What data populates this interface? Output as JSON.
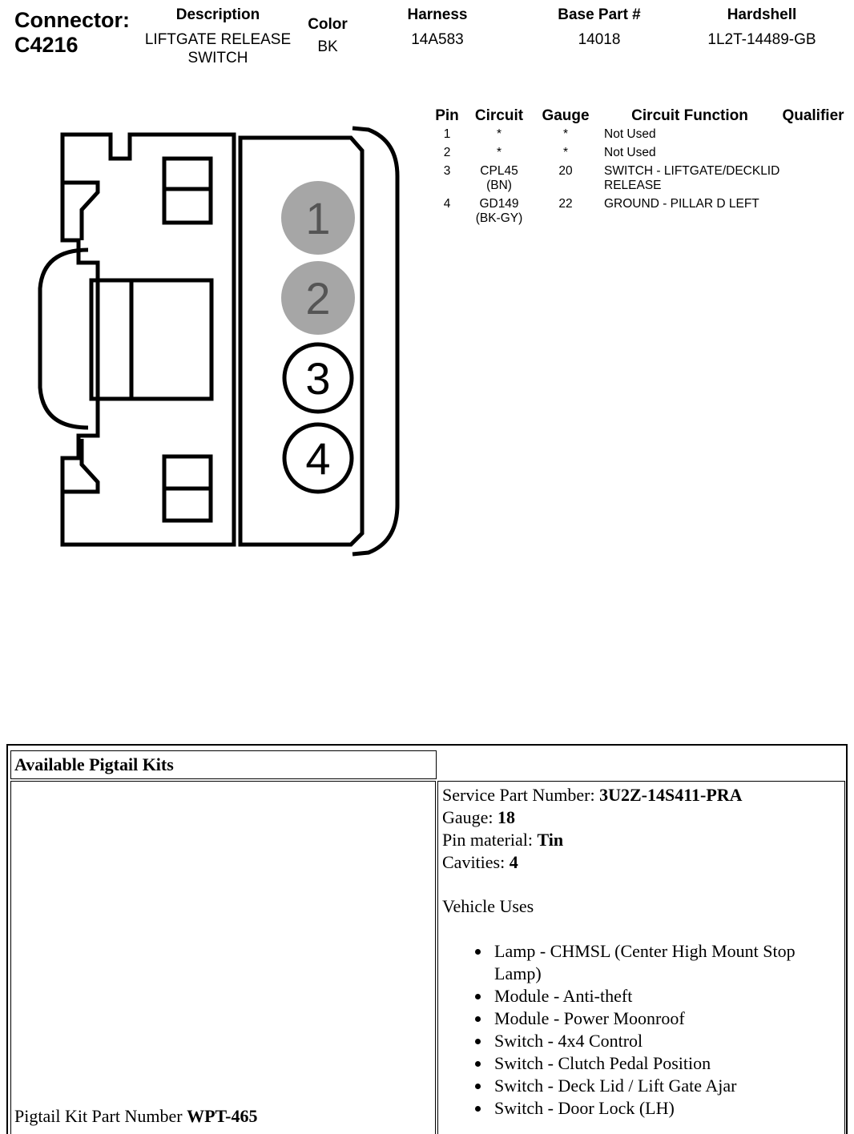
{
  "header": {
    "connector_label": "Connector:",
    "connector_id": "C4216",
    "description_label": "Description",
    "description_value": "LIFTGATE RELEASE SWITCH",
    "color_label": "Color",
    "color_value": "BK",
    "harness_label": "Harness",
    "harness_value": "14A583",
    "base_part_label": "Base Part #",
    "base_part_value": "14018",
    "hardshell_label": "Hardshell",
    "hardshell_value": "1L2T-14489-GB"
  },
  "pin_table": {
    "headers": [
      "Pin",
      "Circuit",
      "Gauge",
      "Circuit Function",
      "Qualifier"
    ],
    "rows": [
      {
        "pin": "1",
        "circuit": "*",
        "gauge": "*",
        "function": "Not Used",
        "qualifier": ""
      },
      {
        "pin": "2",
        "circuit": "*",
        "gauge": "*",
        "function": "Not Used",
        "qualifier": ""
      },
      {
        "pin": "3",
        "circuit": "CPL45 (BN)",
        "gauge": "20",
        "function": "SWITCH - LIFTGATE/DECKLID RELEASE",
        "qualifier": ""
      },
      {
        "pin": "4",
        "circuit": "GD149 (BK-GY)",
        "gauge": "22",
        "function": "GROUND - PILLAR D LEFT",
        "qualifier": ""
      }
    ]
  },
  "connector_diagram": {
    "cavities": [
      {
        "number": "1",
        "used": false
      },
      {
        "number": "2",
        "used": false
      },
      {
        "number": "3",
        "used": true
      },
      {
        "number": "4",
        "used": true
      }
    ],
    "unused_fill": "#a6a6a6",
    "used_fill": "#ffffff"
  },
  "pigtail": {
    "title": "Available Pigtail Kits",
    "kit_label": "Pigtail Kit Part Number ",
    "kit_value": "WPT-465",
    "service_part_label": "Service Part Number: ",
    "service_part_value": "3U2Z-14S411-PRA",
    "gauge_label": "Gauge: ",
    "gauge_value": "18",
    "pin_material_label": "Pin material: ",
    "pin_material_value": "Tin",
    "cavities_label": "Cavities: ",
    "cavities_value": "4",
    "vehicle_uses_label": "Vehicle Uses",
    "vehicle_uses": [
      "Lamp - CHMSL (Center High Mount Stop Lamp)",
      "Module - Anti-theft",
      "Module - Power Moonroof",
      "Switch - 4x4 Control",
      "Switch - Clutch Pedal Position",
      "Switch - Deck Lid / Lift Gate Ajar",
      "Switch - Door Lock (LH)"
    ]
  }
}
